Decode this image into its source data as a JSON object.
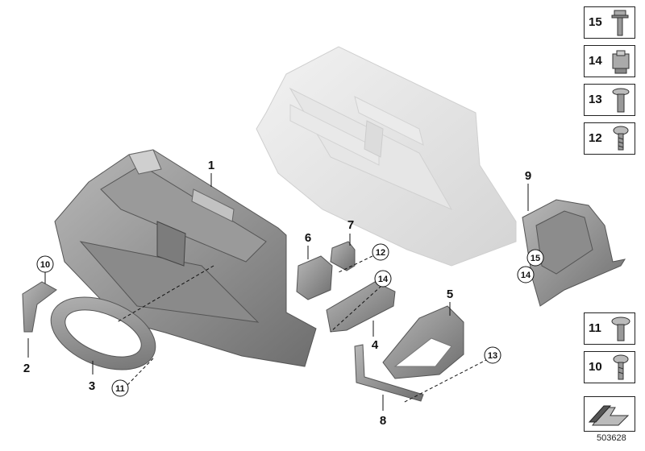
{
  "labels": [
    "1",
    "2",
    "3",
    "4",
    "5",
    "6",
    "7",
    "8",
    "9"
  ],
  "callouts": [
    "10",
    "11",
    "12",
    "13",
    "14",
    "15"
  ],
  "sidebar": [
    {
      "num": "15",
      "icon": "flange-bolt-icon"
    },
    {
      "num": "14",
      "icon": "clip-nut-icon"
    },
    {
      "num": "13",
      "icon": "push-rivet-icon"
    },
    {
      "num": "12",
      "icon": "screw-icon"
    },
    {
      "num": "11",
      "icon": "torx-bolt-icon"
    },
    {
      "num": "10",
      "icon": "torx-screw-icon"
    }
  ],
  "nav_icon": "arrow-icon",
  "diagram_number": "503628"
}
